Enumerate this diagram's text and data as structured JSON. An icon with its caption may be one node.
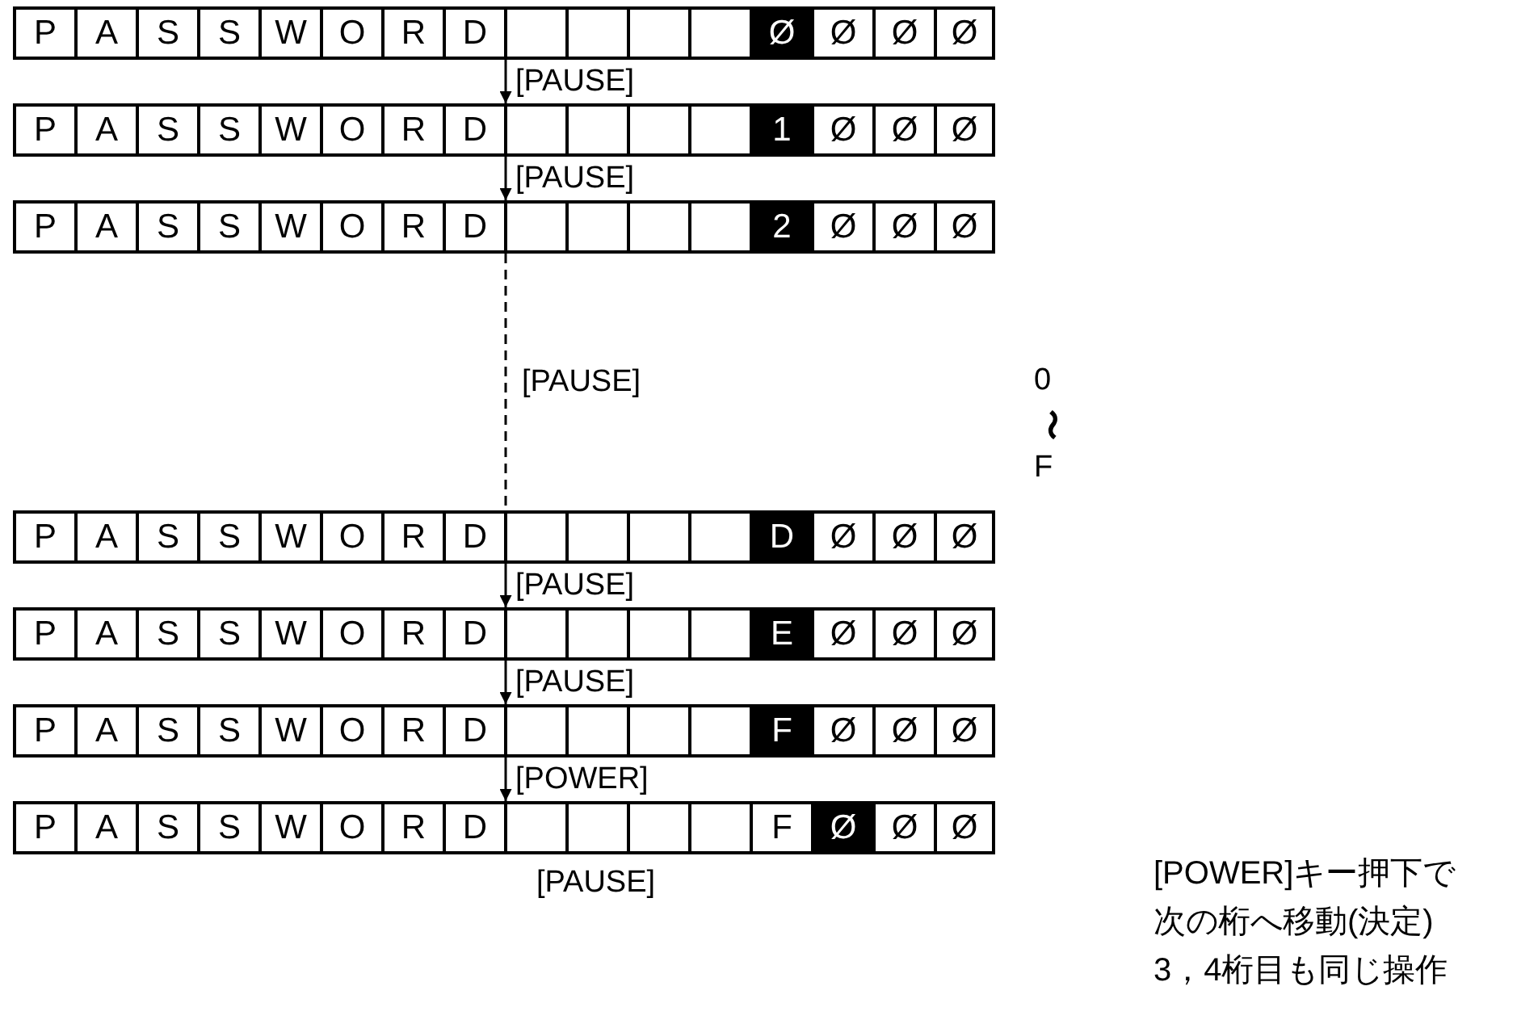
{
  "diagram": {
    "nodes": [
      {
        "text": [
          "P",
          "A",
          "S",
          "S",
          "W",
          "O",
          "R",
          "D",
          "Ø",
          "Ø",
          "Ø",
          "Ø"
        ]
      },
      {
        "text": [
          "P",
          "A",
          "S",
          "S",
          "W",
          "O",
          "R",
          "D",
          "1",
          "Ø",
          "Ø",
          "Ø"
        ]
      },
      {
        "text": [
          "P",
          "A",
          "S",
          "S",
          "W",
          "O",
          "R",
          "D",
          "2",
          "Ø",
          "Ø",
          "Ø"
        ]
      },
      {
        "text": [
          "P",
          "A",
          "S",
          "S",
          "W",
          "O",
          "R",
          "D",
          "D",
          "Ø",
          "Ø",
          "Ø"
        ]
      },
      {
        "text": [
          "P",
          "A",
          "S",
          "S",
          "W",
          "O",
          "R",
          "D",
          "E",
          "Ø",
          "Ø",
          "Ø"
        ]
      },
      {
        "text": [
          "P",
          "A",
          "S",
          "S",
          "W",
          "O",
          "R",
          "D",
          "F",
          "Ø",
          "Ø",
          "Ø"
        ]
      },
      {
        "text": [
          "P",
          "A",
          "S",
          "S",
          "W",
          "O",
          "R",
          "D",
          "F",
          "Ø",
          "Ø",
          "Ø"
        ]
      }
    ],
    "edges": [
      {
        "from": 0,
        "to": 1,
        "arrow": "to",
        "label": "[PAUSE]"
      },
      {
        "from": 1,
        "to": 2,
        "arrow": "to",
        "label": "[PAUSE]"
      },
      {
        "from": 2,
        "to": 3,
        "arrow": "none",
        "style": "dashed",
        "label": "[PAUSE]"
      },
      {
        "from": 3,
        "to": 4,
        "arrow": "to",
        "label": "[PAUSE]"
      },
      {
        "from": 4,
        "to": 5,
        "arrow": "to",
        "label": "[PAUSE]"
      },
      {
        "from": 5,
        "to": 6,
        "arrow": "to",
        "label": "[POWER]"
      }
    ],
    "labels": [
      "0",
      "〜",
      "F",
      "[PAUSE]",
      "[POWER]キー押下で",
      "次の桁へ移動(決定)",
      "3，4桁目も同じ操作"
    ]
  }
}
